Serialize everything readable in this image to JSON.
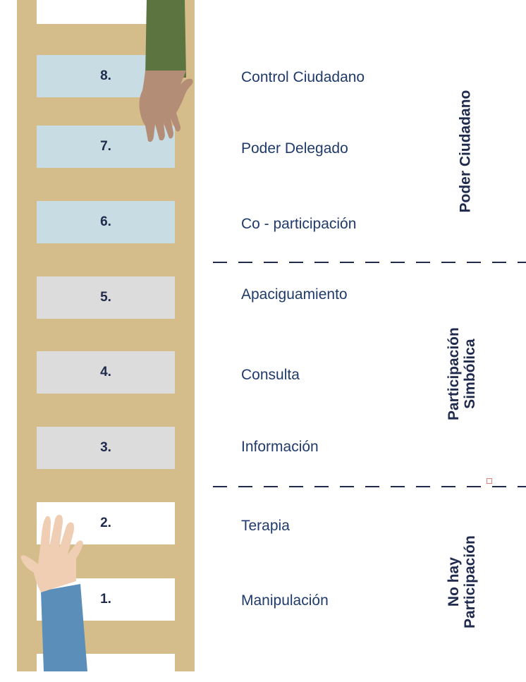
{
  "rungs": [
    {
      "num": "8.",
      "label": "Control  Ciudadano",
      "band": "blue"
    },
    {
      "num": "7.",
      "label": "Poder Delegado",
      "band": "blue"
    },
    {
      "num": "6.",
      "label": "Co - participación",
      "band": "blue"
    },
    {
      "num": "5.",
      "label": "Apaciguamiento",
      "band": "gray"
    },
    {
      "num": "4.",
      "label": "Consulta",
      "band": "gray"
    },
    {
      "num": "3.",
      "label": "Información",
      "band": "gray"
    },
    {
      "num": "2.",
      "label": "Terapia",
      "band": "white"
    },
    {
      "num": "1.",
      "label": "Manipulación",
      "band": "white"
    }
  ],
  "groups": {
    "top": "Poder  Ciudadano",
    "middle_line1": "Participación",
    "middle_line2": "Simbólica",
    "bottom_line1": "No hay",
    "bottom_line2": "Participación"
  },
  "colors": {
    "ladder": "#d4bd8b",
    "blue_band": "#c7dde3",
    "gray_band": "#dcdcdc",
    "text": "#1f2a4d"
  }
}
